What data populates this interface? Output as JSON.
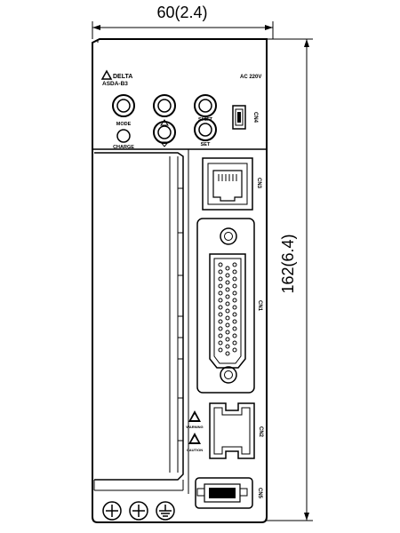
{
  "dimensions": {
    "width_label": "60(2.4)",
    "height_label": "162(6.4)"
  },
  "panel": {
    "brand": "DELTA",
    "model": "ASDA-B3",
    "voltage": "AC 220V",
    "buttons": {
      "mode": "MODE",
      "shift": "SHIFT",
      "set": "SET",
      "charge": "CHARGE"
    },
    "ports": {
      "cn4": "CN4",
      "cn3": "CN3",
      "cn1": "CN1",
      "cn2": "CN2",
      "cn5": "CN5"
    },
    "warnings": {
      "warning": "WARNING",
      "caution": "CAUTION"
    }
  }
}
